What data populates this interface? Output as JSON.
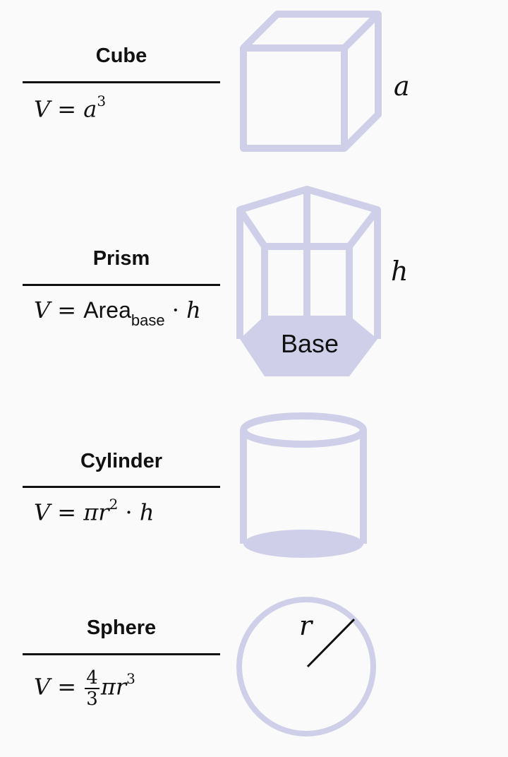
{
  "colors": {
    "shape": "#cfcfea",
    "text": "#111111",
    "background": "#fafafa"
  },
  "cube": {
    "title": "Cube",
    "formula": {
      "lhs": "V",
      "eq": "=",
      "var": "a",
      "exp": "3"
    },
    "label": "a"
  },
  "prism": {
    "title": "Prism",
    "formula": {
      "lhs": "V",
      "eq": "=",
      "word": "Area",
      "sub": "base",
      "dot": "·",
      "var": "h"
    },
    "label": "h",
    "base_label": "Base"
  },
  "cylinder": {
    "title": "Cylinder",
    "formula": {
      "lhs": "V",
      "eq": "=",
      "pi": "π",
      "var": "r",
      "exp": "2",
      "dot": "·",
      "var2": "h"
    }
  },
  "sphere": {
    "title": "Sphere",
    "formula": {
      "lhs": "V",
      "eq": "=",
      "num": "4",
      "den": "3",
      "pi": "π",
      "var": "r",
      "exp": "3"
    },
    "label": "r"
  }
}
